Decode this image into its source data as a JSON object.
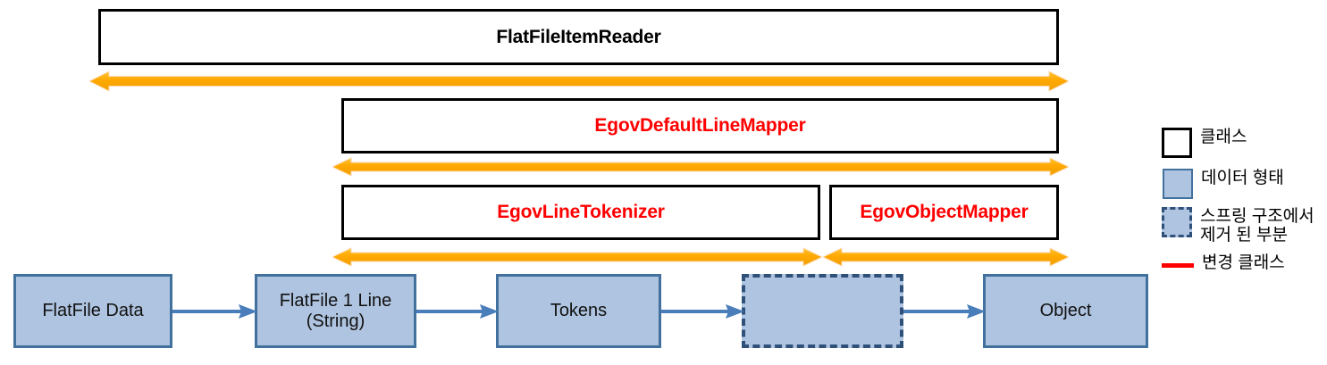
{
  "diagram": {
    "title": "FlatFileItemReader structure",
    "colors": {
      "class_border": "#000000",
      "class_fill": "#FFFFFF",
      "changed_class_text": "#FF0000",
      "data_fill": "#AFC4E0",
      "data_border": "#41719C",
      "removed_border": "#2E5079",
      "scope_arrow": "#FFA800",
      "flow_arrow": "#4A7EBB"
    },
    "class_boxes": [
      {
        "label": "FlatFileItemReader",
        "style": "class",
        "text_color": "#000000"
      },
      {
        "label": "EgovDefaultLineMapper",
        "style": "changed",
        "text_color": "#FF0000"
      },
      {
        "label": "EgovLineTokenizer",
        "style": "changed",
        "text_color": "#FF0000"
      },
      {
        "label": "EgovObjectMapper",
        "style": "changed",
        "text_color": "#FF0000"
      }
    ],
    "scope_arrows": [
      {
        "name": "flatfileitemreader-scope",
        "spans": "FlatFile Data to Object"
      },
      {
        "name": "egovdefaultlinemapper-scope",
        "spans": "FlatFile 1 Line (String) to Object"
      },
      {
        "name": "egovlinetokenizer-scope",
        "spans": "FlatFile 1 Line (String) to Tokens"
      },
      {
        "name": "egovobjectmapper-scope",
        "spans": "Tokens to Object"
      }
    ],
    "data_boxes": [
      {
        "label": "FlatFile Data",
        "lines": [
          "FlatFile Data"
        ],
        "removed": false
      },
      {
        "label": "FlatFile 1 Line (String)",
        "lines": [
          "FlatFile 1 Line",
          "(String)"
        ],
        "removed": false
      },
      {
        "label": "Tokens",
        "lines": [
          "Tokens"
        ],
        "removed": false
      },
      {
        "label": "",
        "lines": [
          ""
        ],
        "removed": true
      },
      {
        "label": "Object",
        "lines": [
          "Object"
        ],
        "removed": false
      }
    ]
  },
  "legend": {
    "items": [
      {
        "swatch": "class-swatch",
        "label": "클래스"
      },
      {
        "swatch": "data-swatch",
        "label": "데이터 형태"
      },
      {
        "swatch": "removed-swatch",
        "label_line1": "스프링 구조에서",
        "label_line2": "제거 된 부분"
      },
      {
        "swatch": "red-line-swatch",
        "label": "변경 클래스"
      }
    ]
  }
}
